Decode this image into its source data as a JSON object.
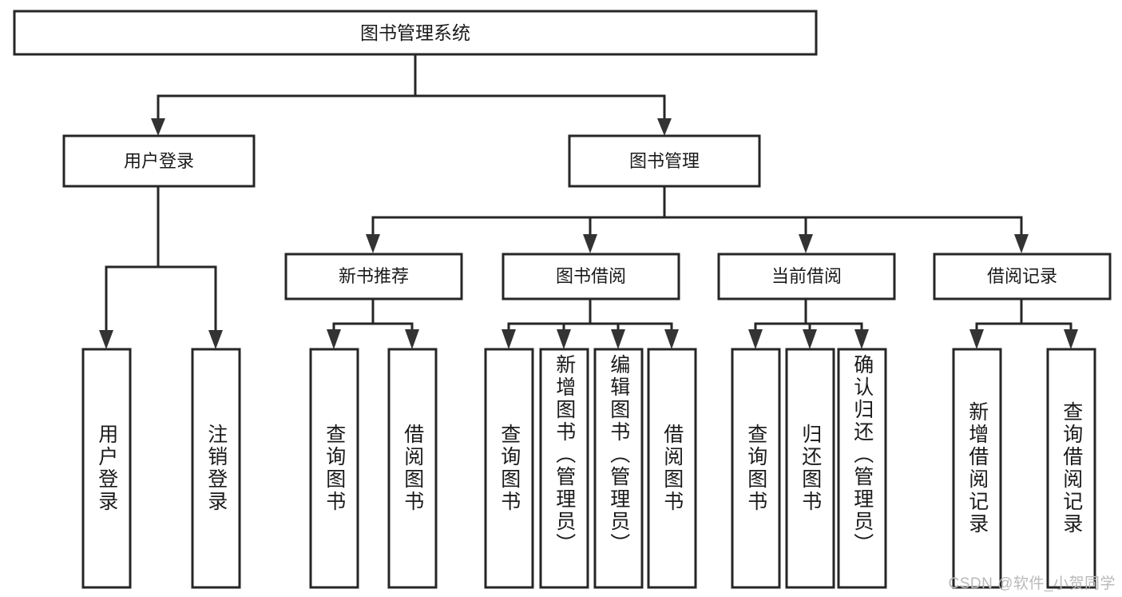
{
  "diagram": {
    "type": "tree",
    "title": "图书管理系统",
    "orientation": "top-down",
    "colors": {
      "box_stroke": "#262626",
      "box_fill": "#ffffff",
      "connector": "#262626",
      "text": "#1a1a1a",
      "watermark": "#b9b9b9",
      "background": "#ffffff"
    },
    "root": {
      "label": "图书管理系统"
    },
    "level2": [
      {
        "label": "用户登录"
      },
      {
        "label": "图书管理"
      }
    ],
    "level3": [
      {
        "label": "新书推荐"
      },
      {
        "label": "图书借阅"
      },
      {
        "label": "当前借阅"
      },
      {
        "label": "借阅记录"
      }
    ],
    "leaves": {
      "user_login": [
        {
          "label": "用户登录"
        },
        {
          "label": "注销登录"
        }
      ],
      "new_book_recommend": [
        {
          "label": "查询图书"
        },
        {
          "label": "借阅图书"
        }
      ],
      "book_borrow": [
        {
          "label": "查询图书"
        },
        {
          "label": "新增图书（管理员）"
        },
        {
          "label": "编辑图书（管理员）"
        },
        {
          "label": "借阅图书"
        }
      ],
      "current_borrow": [
        {
          "label": "查询图书"
        },
        {
          "label": "归还图书"
        },
        {
          "label": "确认归还（管理员）"
        }
      ],
      "borrow_record": [
        {
          "label": "新增借阅记录"
        },
        {
          "label": "查询借阅记录"
        }
      ]
    }
  },
  "watermark": {
    "text": "CSDN @软件_小贺同学"
  }
}
